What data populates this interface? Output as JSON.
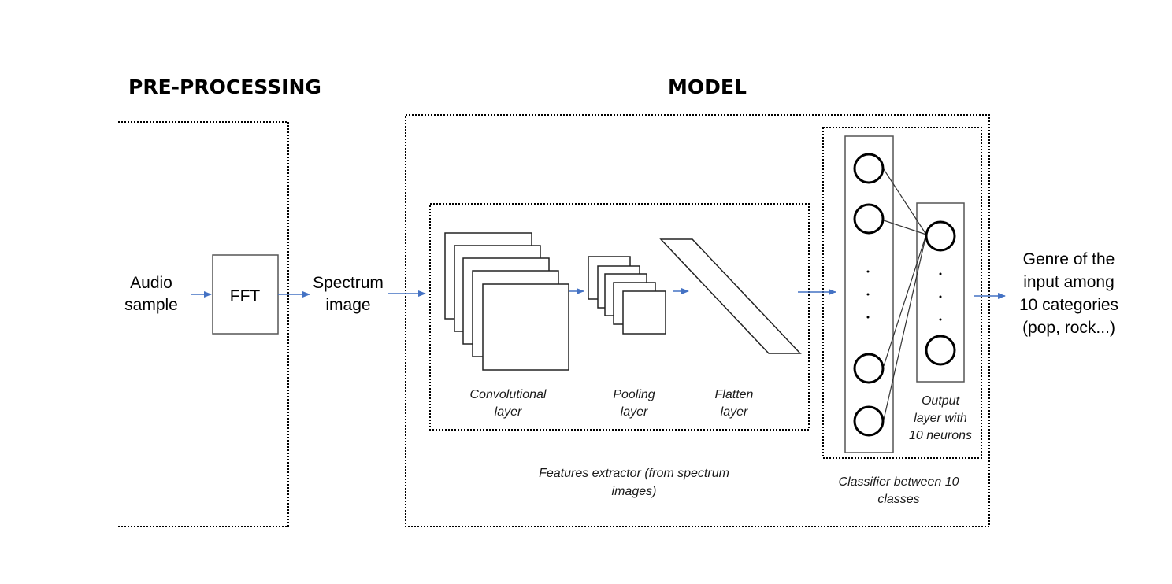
{
  "diagram": {
    "headings": {
      "preprocessing": "PRE-PROCESSING",
      "model": "MODEL"
    },
    "preprocessing": {
      "input_label": [
        "Audio",
        "sample"
      ],
      "fft_label": "FFT",
      "output_label": [
        "Spectrum",
        "image"
      ]
    },
    "features_extractor": {
      "conv_label": [
        "Convolutional",
        "layer"
      ],
      "pool_label": [
        "Pooling",
        "layer"
      ],
      "flatten_label": [
        "Flatten",
        "layer"
      ],
      "caption": [
        "Features extractor (from spectrum",
        "images)"
      ]
    },
    "classifier": {
      "output_layer_label": [
        "Output",
        "layer with",
        "10 neurons"
      ],
      "caption": [
        "Classifier between 10",
        "classes"
      ]
    },
    "result_label": [
      "Genre of the",
      "input among",
      "10 categories",
      "(pop, rock...)"
    ],
    "colors": {
      "arrow": "#4472c4"
    }
  }
}
